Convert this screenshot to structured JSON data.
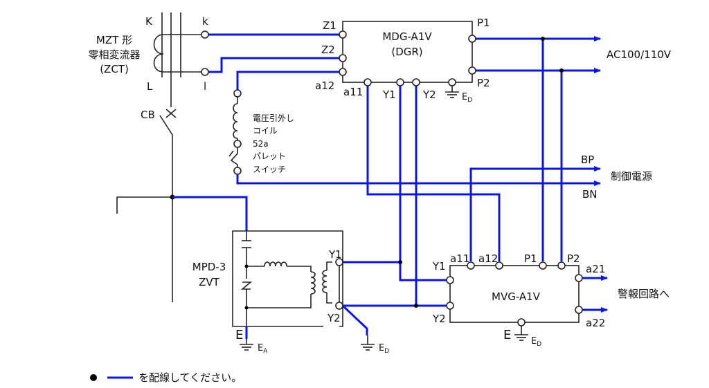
{
  "zct": {
    "title_line1": "MZT 形",
    "title_line2": "零相変流器",
    "title_line3": "(ZCT)",
    "terminal_K": "K",
    "terminal_L": "L",
    "terminal_k": "k",
    "terminal_l": "l"
  },
  "breaker": {
    "label": "CB"
  },
  "dgr": {
    "name": "MDG-A1V",
    "sub": "(DGR)",
    "terminals": {
      "Z1": "Z1",
      "Z2": "Z2",
      "a12": "a12",
      "a11": "a11",
      "Y1": "Y1",
      "Y2": "Y2",
      "P1": "P1",
      "P2": "P2",
      "E": "E",
      "E_sub": "D"
    }
  },
  "trip_coil": {
    "line1": "電圧引外し",
    "line2": "コイル",
    "line3": "52a",
    "line4": "パレット",
    "line5": "スイッチ"
  },
  "outputs": {
    "ac_supply": "AC100/110V",
    "control_power": "制御電源",
    "bp": "BP",
    "bn": "BN",
    "alarm": "警報回路へ"
  },
  "zvt": {
    "name_line1": "MPD-3",
    "name_line2": "ZVT",
    "terminal_Y1": "Y1",
    "terminal_Y2": "Y2",
    "terminal_E": "E",
    "ground_A": "E",
    "ground_A_sub": "A",
    "ground_D": "E",
    "ground_D_sub": "D"
  },
  "mvg": {
    "name": "MVG-A1V",
    "terminals": {
      "Y1": "Y1",
      "Y2": "Y2",
      "a11": "a11",
      "a12": "a12",
      "P1": "P1",
      "P2": "P2",
      "a21": "a21",
      "a22": "a22",
      "E": "E",
      "E_sub": "D"
    }
  },
  "legend": {
    "text": "を配線してください。",
    "wire_color": "#0a14f0"
  }
}
